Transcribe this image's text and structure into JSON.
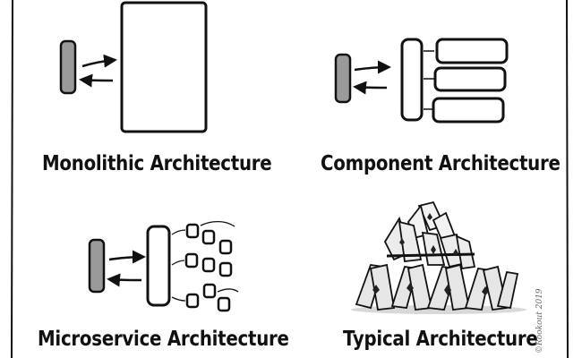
{
  "captions": {
    "monolithic": "Monolithic Architecture",
    "component": "Component Architecture",
    "microservice": "Microservice Architecture",
    "typical": "Typical Architecture"
  },
  "signature": "©Rookout 2019",
  "colors": {
    "ink": "#111111",
    "client_fill": "#9a9a9a",
    "background": "#ffffff"
  },
  "icons": {
    "client": "client-device-icon",
    "arrow": "two-way-arrow-icon",
    "card": "playing-card-icon"
  }
}
